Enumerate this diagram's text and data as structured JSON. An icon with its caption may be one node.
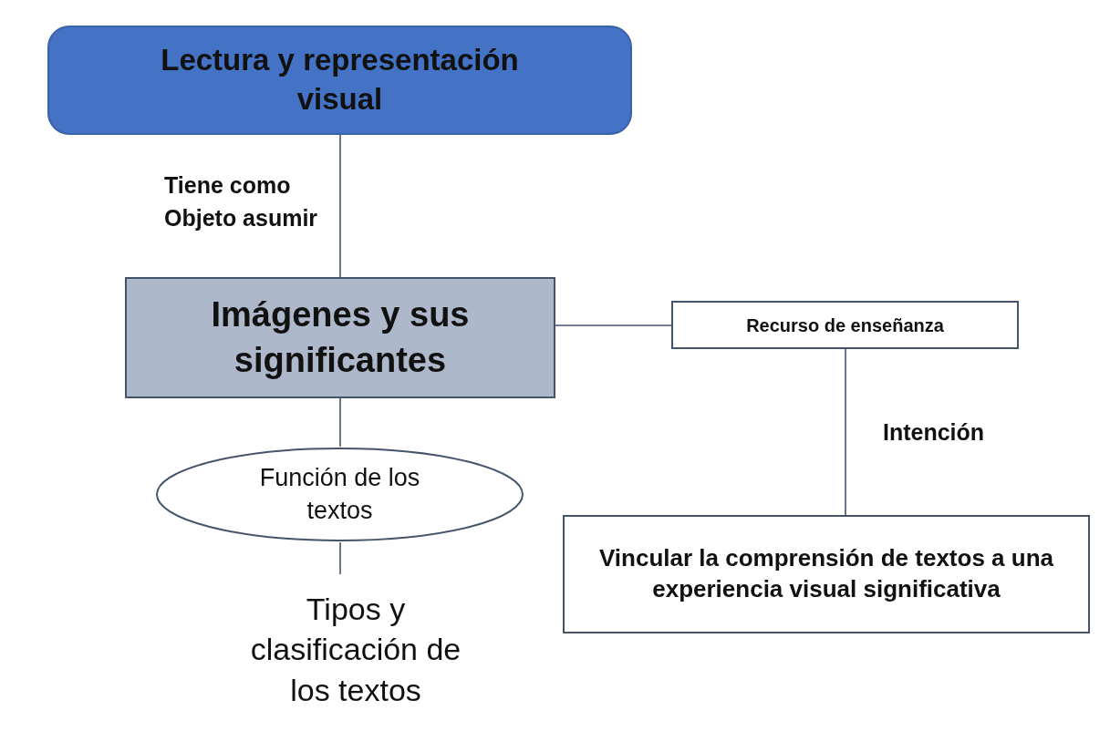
{
  "diagram": {
    "nodes": [
      {
        "text": [
          "Lectura y representación visual"
        ]
      },
      {
        "text": [
          "Imágenes y sus significantes"
        ]
      },
      {
        "text": [
          "Función de los textos"
        ]
      },
      {
        "text": [
          "Tipos y clasificación de los textos"
        ]
      },
      {
        "text": [
          "Recurso de enseñanza"
        ]
      },
      {
        "text": [
          "Vincular la comprensión de textos a una experiencia visual significativa"
        ]
      }
    ],
    "edges": [
      {
        "from": 0,
        "to": 1,
        "arrow": "none",
        "label": "Tiene como Objeto asumir"
      },
      {
        "from": 1,
        "to": 2,
        "arrow": "none"
      },
      {
        "from": 2,
        "to": 3,
        "arrow": "none"
      },
      {
        "from": 1,
        "to": 4,
        "arrow": "none"
      },
      {
        "from": 4,
        "to": 5,
        "arrow": "none",
        "label": "Intención"
      }
    ]
  }
}
